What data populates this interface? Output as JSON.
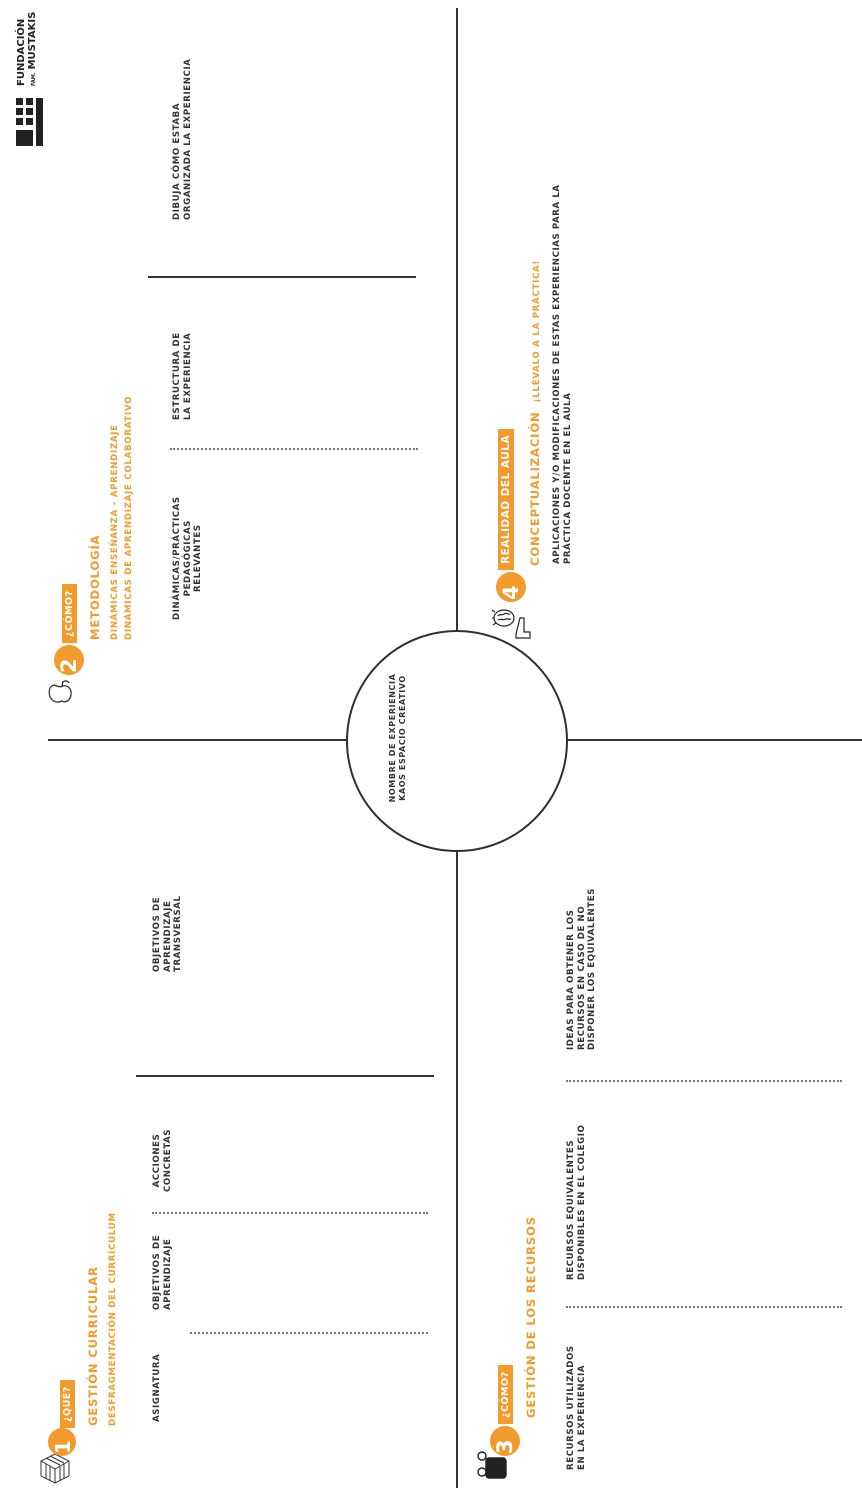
{
  "logo": {
    "line1": "FUNDACIÓN",
    "small": "FAM.",
    "line2": "MUSTAKIS"
  },
  "center": {
    "line1": "NOMBRE DE EXPERIENCIA",
    "line2": "KAOS ESPACIO CREATIVO"
  },
  "section1": {
    "number": "1",
    "tag": "¿QUÉ?",
    "title": "GESTIÓN CURRICULAR",
    "subtitle": "DESFRAGMENTACIÓN DEL CURRÍCULUM",
    "col1": "ASIGNATURA",
    "col2_l1": "OBJETIVOS DE",
    "col2_l2": "APRENDIZAJE",
    "col3_l1": "ACCIONES",
    "col3_l2": "CONCRETAS",
    "col4_l1": "OBJETIVOS DE",
    "col4_l2": "APRENDIZAJE",
    "col4_l3": "TRANSVERSAL"
  },
  "section2": {
    "number": "2",
    "tag": "¿CÓMO?",
    "title": "METODOLOGÍA",
    "subtitle1": "DINÁMICAS ENSEÑANZA - APRENDIZAJE",
    "subtitle2": "DINÁMICAS DE APRENDIZAJE COLABORATIVO",
    "col1_l1": "DINÁMICAS/PRÁCTICAS",
    "col1_l2": "PEDAGÓGICAS",
    "col1_l3": "RELEVANTES",
    "col2_l1": "ESTRUCTURA DE",
    "col2_l2": "LA EXPERIENCIA",
    "col3_l1": "DIBUJA CÓMO ESTABA",
    "col3_l2": "ORGANIZADA LA EXPERIENCIA"
  },
  "section3": {
    "number": "3",
    "tag": "¿CÓMO?",
    "title": "GESTIÓN DE LOS RECURSOS",
    "col1_l1": "RECURSOS UTILIZADOS",
    "col1_l2": "EN LA EXPERIENCIA",
    "col2_l1": "RECURSOS EQUIVALENTES",
    "col2_l2": "DISPONIBLES EN EL COLEGIO",
    "col3_l1": "IDEAS PARA OBTENER LOS",
    "col3_l2": "RECURSOS EN CASO DE NO",
    "col3_l3": "DISPONER LOS EQUIVALENTES"
  },
  "section4": {
    "number": "4",
    "tag": "REALIDAD DEL AULA",
    "title": "CONCEPTUALIZACIÓN",
    "title_suffix": "¡LLÉVALO A LA PRÁCTICA!",
    "text_l1": "APLICACIONES Y/O MODIFICACIONES DE ESTAS EXPERIENCIAS PARA LA",
    "text_l2": "PRÁCTICA DOCENTE EN EL AULA"
  },
  "colors": {
    "accent": "#f39a2c",
    "ink": "#333333"
  },
  "icons": [
    "logo-mark-icon",
    "cube-icon",
    "apple-icon",
    "scissors-icon",
    "brain-hand-icon"
  ]
}
